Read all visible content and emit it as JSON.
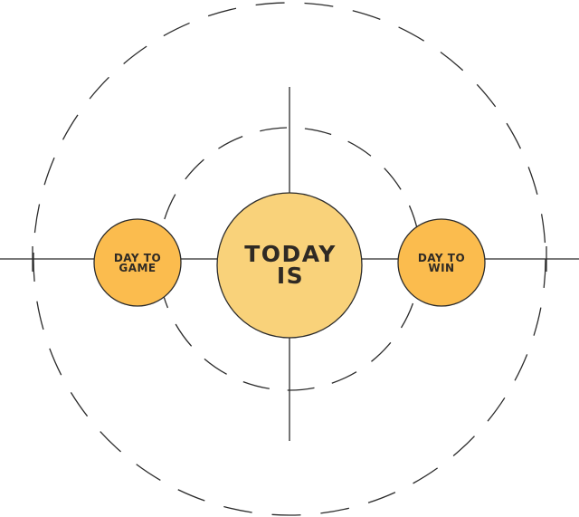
{
  "diagram": {
    "center_label": "TODAY\nIS",
    "left_label": "DAY TO\nGAME",
    "right_label": "DAY TO\nWIN"
  },
  "colors": {
    "center_fill": "#f9d27a",
    "side_fill": "#fbbc4e",
    "stroke": "#2b2b2b",
    "text": "#2f2a24",
    "background": "#ffffff"
  }
}
